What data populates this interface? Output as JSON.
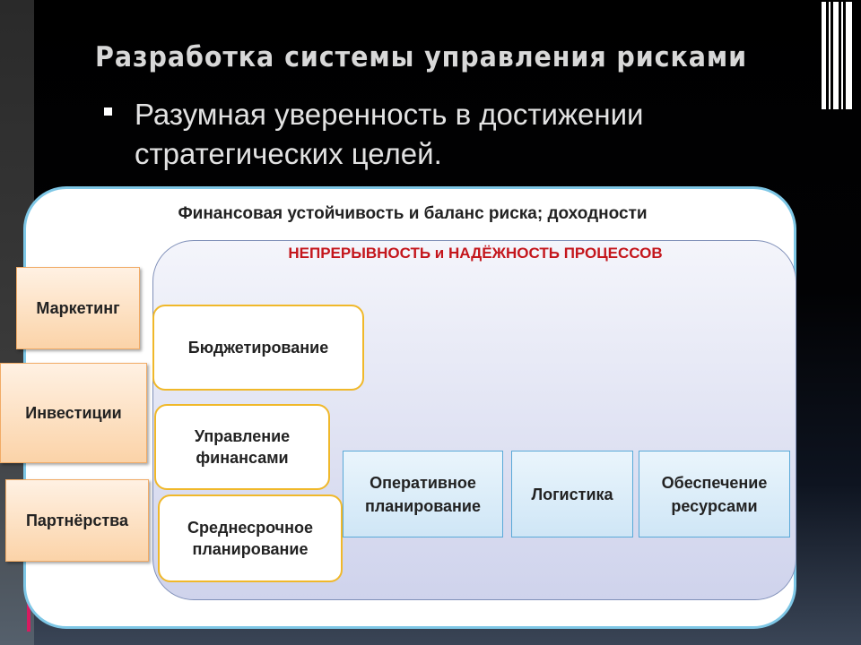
{
  "slide": {
    "title": "Разработка системы управления рисками",
    "bullet": "Разумная уверенность в достижении стратегических целей."
  },
  "diagram": {
    "outer_label": "Финансовая устойчивость и баланс риска; доходности",
    "inner_label": "НЕПРЕРЫВНОСТЬ и НАДЁЖНОСТЬ ПРОЦЕССОВ",
    "side_boxes": [
      "Маркетинг",
      "Инвестиции",
      "Партнёрства"
    ],
    "pills": [
      "Бюджетирование",
      "Управление\nфинансами",
      "Среднесрочное\nпланирование"
    ],
    "process_boxes": [
      "Оперативное\nпланирование",
      "Логистика",
      "Обеспечение\nресурсами"
    ]
  },
  "colors": {
    "inner_label": "#c4161c",
    "outer_border": "#7ec7e6",
    "pill_border": "#f0b82a",
    "side_fill": "#fbd3a8",
    "process_border": "#59a9d8"
  }
}
